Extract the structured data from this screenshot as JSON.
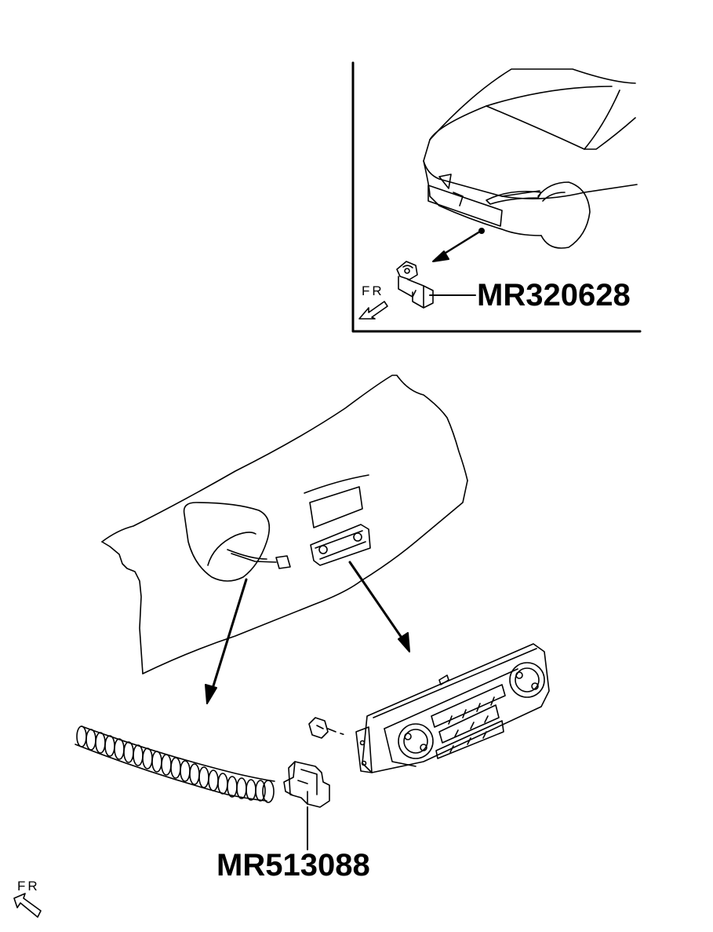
{
  "inset": {
    "part_number": "MR320628",
    "direction_label": "FR"
  },
  "main": {
    "part_number": "MR513088",
    "direction_label": "FR"
  },
  "colors": {
    "line": "#000000",
    "background": "#ffffff"
  }
}
